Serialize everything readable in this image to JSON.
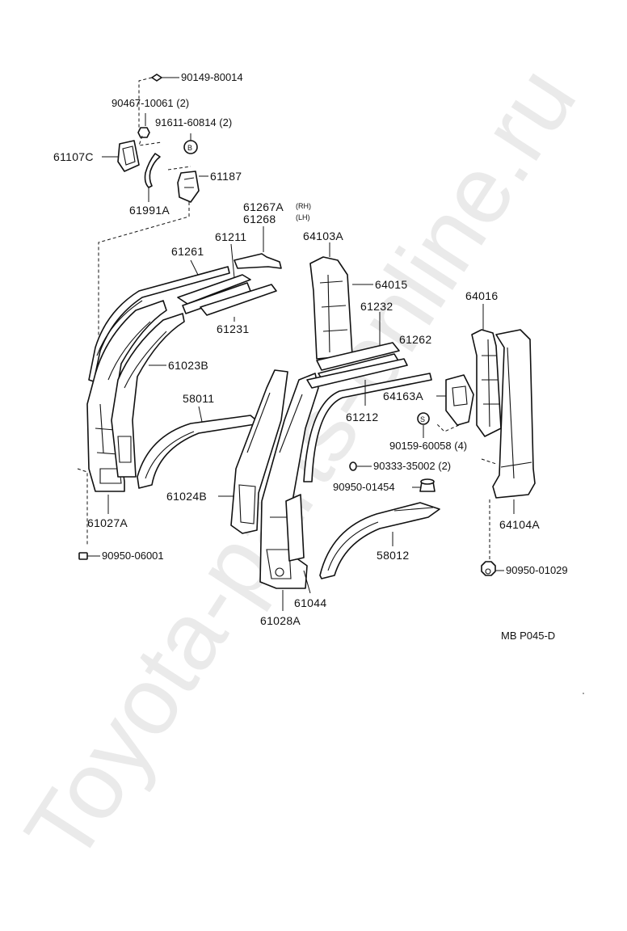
{
  "watermark": "Toyota-parts-online.ru",
  "diagram_code": "MB P045-D",
  "labels": {
    "p90149": "90149-80014",
    "p90467": "90467-10061 (2)",
    "p91611": "91611-60814 (2)",
    "p61107C": "61107C",
    "p61187": "61187",
    "p61991A": "61991A",
    "p61267A": "61267A",
    "p61267A_side": "(RH)",
    "p61268": "61268",
    "p61268_side": "(LH)",
    "p61261": "61261",
    "p61211": "61211",
    "p64103A": "64103A",
    "p64015": "64015",
    "p64016": "64016",
    "p61232": "61232",
    "p61262": "61262",
    "p61231": "61231",
    "p61023B": "61023B",
    "p64163A": "64163A",
    "p58011": "58011",
    "p61212": "61212",
    "p90159": "90159-60058 (4)",
    "p90333": "90333-35002 (2)",
    "p90950_01454": "90950-01454",
    "p61024B": "61024B",
    "p61027A": "61027A",
    "p64104A": "64104A",
    "p58012": "58012",
    "p90950_06001": "90950-06001",
    "p90950_01029": "90950-01029",
    "p61044": "61044",
    "p61028A": "61028A"
  }
}
